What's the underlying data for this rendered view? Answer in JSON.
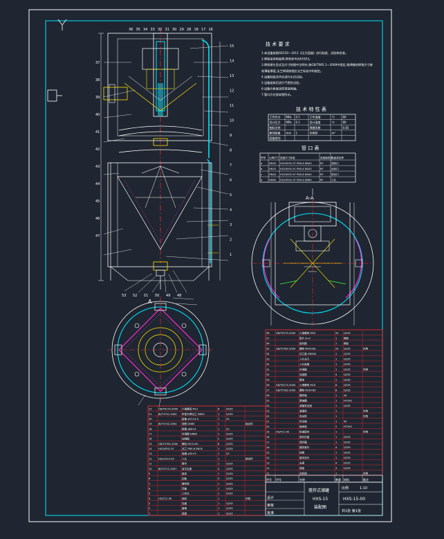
{
  "notes": {
    "title": "技 术 要 求",
    "lines": [
      "1.本设备按照GB150—2011《压力容器》进行制造、试验和验收。",
      "2.焊接采用电弧焊,焊条型号为E4303。",
      "3.焊接接头型式及尺寸除图中注明外,按GB/T985.1—2008中规定,角焊缝的焊角尺寸按",
      "  较薄板厚度,法兰焊接按相应法兰标准中的规定。",
      "4.设备制造完毕后进行水压试验。",
      "5.设备组装后进行气密性试验。",
      "6.设备外表面涂防锈漆两遍。",
      "7.管口方位按本图所示。"
    ]
  },
  "spec_table": {
    "title": "技 术 特 性 表",
    "rows": [
      [
        "工作压力",
        "MPa",
        "0.1",
        "工作温度",
        "℃",
        "60"
      ],
      [
        "设计压力",
        "MPa",
        "0.1",
        "设计温度",
        "℃",
        "80"
      ],
      [
        "物料名称",
        "",
        "",
        "焊缝系数",
        "",
        "0.85"
      ],
      [
        "腐蚀裕量",
        "mm",
        "1",
        "全容积",
        "m³",
        ""
      ],
      [
        "容器类别",
        "",
        "",
        "",
        "",
        ""
      ]
    ]
  },
  "nozzle_table": {
    "title": "管 口 表",
    "headers": [
      "符号",
      "公称尺寸",
      "连接尺寸标准",
      "连接面形式",
      "用途或名称"
    ],
    "rows": [
      [
        "a",
        "DN50",
        "HG20592-97 PN0.6 DN50",
        "RF",
        "进料口"
      ],
      [
        "b",
        "DN25",
        "HG20592-97 PN0.6 DN25",
        "RF",
        "出料口"
      ],
      [
        "c",
        "DN40",
        "HG20592-97 PN0.6 DN40",
        "RF",
        "排污口"
      ],
      [
        "d",
        "DN80",
        "HG20592-97 PN0.6 DN80",
        "RF",
        "人孔"
      ]
    ]
  },
  "section_label": "A-A",
  "view_a_label": "A",
  "bom_right": [
    [
      "38",
      "GB/T6170-2000",
      "六角螺母 M20",
      "24",
      "Q235",
      ""
    ],
    [
      "37",
      "",
      "垫片 δ=3",
      "1",
      "橡胶",
      ""
    ],
    [
      "36",
      "",
      "密封圈",
      "1",
      "橡胶",
      ""
    ],
    [
      "35",
      "GB/T5782-2000",
      "螺栓 M20×80",
      "24",
      "Q235",
      "外购"
    ],
    [
      "34",
      "",
      "法兰盖 DN500",
      "1",
      "Q235",
      ""
    ],
    [
      "33",
      "",
      "人孔法兰",
      "1",
      "Q235",
      ""
    ],
    [
      "32",
      "",
      "人孔接管",
      "1",
      "Q235",
      ""
    ],
    [
      "31",
      "",
      "补强圈",
      "1",
      "Q235",
      "外购"
    ],
    [
      "30",
      "",
      "加强筋",
      "4",
      "Q235",
      ""
    ],
    [
      "29",
      "",
      "筒体",
      "1",
      "Q235",
      ""
    ],
    [
      "28",
      "GB/T6170-2000",
      "六角螺母 M16",
      "8",
      "Q235",
      ""
    ],
    [
      "27",
      "GB/T5782-2000",
      "螺栓 M16×60",
      "8",
      "Q235",
      ""
    ],
    [
      "26",
      "",
      "搅拌轴",
      "1",
      "45",
      ""
    ],
    [
      "25",
      "",
      "联轴器",
      "1",
      "HT200",
      ""
    ],
    [
      "24",
      "",
      "减速机支座",
      "1",
      "Q235",
      ""
    ],
    [
      "23",
      "",
      "减速机",
      "1",
      "",
      "外购"
    ],
    [
      "22",
      "",
      "电动机",
      "1",
      "",
      "外购"
    ],
    [
      "21",
      "",
      "传动轴",
      "1",
      "45",
      ""
    ],
    [
      "20",
      "",
      "轴承座",
      "2",
      "HT200",
      ""
    ],
    [
      "19",
      "HG/T21-95",
      "机械密封",
      "1",
      "",
      "外购"
    ],
    [
      "18",
      "",
      "密封压盖",
      "1",
      "Q235",
      ""
    ],
    [
      "17",
      "",
      "填料箱",
      "1",
      "Q235",
      ""
    ],
    [
      "16",
      "",
      "搅拌桨叶",
      "4",
      "Q235",
      ""
    ],
    [
      "15",
      "",
      "轮毂",
      "1",
      "Q235",
      ""
    ],
    [
      "14",
      "",
      "锥形封头",
      "1",
      "Q235",
      ""
    ],
    [
      "13",
      "",
      "支座",
      "4",
      "Q235",
      ""
    ],
    [
      "12",
      "",
      "底板",
      "4",
      "Q235",
      ""
    ],
    [
      "11",
      "",
      "出料阀",
      "1",
      "",
      "外购"
    ]
  ],
  "bom_left": [
    [
      "22",
      "GB/T6170-2000",
      "六角螺母 M12",
      "8",
      "Q235",
      ""
    ],
    [
      "21",
      "JB/T4701-2000",
      "甲型平焊法兰 DN50",
      "1",
      "Q235",
      ""
    ],
    [
      "20",
      "",
      "接管 φ57×3.5",
      "1",
      "20",
      ""
    ],
    [
      "19",
      "JB/T4702-2000",
      "视镜 DN80",
      "1",
      "",
      "组合件"
    ],
    [
      "18",
      "",
      "接管 φ89×4",
      "1",
      "20",
      ""
    ],
    [
      "17",
      "",
      "补强圈 DN80",
      "1",
      "Q235",
      ""
    ],
    [
      "16",
      "",
      "加强圈",
      "2",
      "Q235",
      ""
    ],
    [
      "15",
      "GB/T5782-2000",
      "螺栓 M12×50",
      "8",
      "Q235",
      ""
    ],
    [
      "14",
      "HG20592-97",
      "法兰 PN0.6 DN25",
      "1",
      "Q235",
      ""
    ],
    [
      "13",
      "",
      "接管 φ32×3",
      "1",
      "20",
      ""
    ],
    [
      "12",
      "HG21514-95",
      "人孔",
      "1",
      "",
      "组合件"
    ],
    [
      "11",
      "",
      "筒节",
      "1",
      "Q235",
      ""
    ],
    [
      "10",
      "JB/T4712-2007",
      "耳式支座",
      "4",
      "Q235",
      ""
    ],
    [
      "9",
      "",
      "锥体",
      "1",
      "Q235",
      ""
    ],
    [
      "8",
      "",
      "刮板",
      "4",
      "Q235",
      ""
    ],
    [
      "7",
      "",
      "搅拌架",
      "1",
      "Q235",
      ""
    ],
    [
      "6",
      "",
      "顶盖",
      "1",
      "Q235",
      ""
    ],
    [
      "5",
      "",
      "上封头",
      "1",
      "Q235",
      ""
    ],
    [
      "4",
      "HG/T21-95",
      "填料",
      "1",
      "",
      "外购"
    ],
    [
      "3",
      "",
      "压套",
      "1",
      "Q235",
      ""
    ],
    [
      "2",
      "",
      "套筒",
      "1",
      "Q235",
      ""
    ],
    [
      "1",
      "",
      "底座",
      "1",
      "Q235",
      ""
    ]
  ],
  "bom_header": [
    "序号",
    "代号",
    "名称",
    "数量",
    "材料",
    "备注"
  ],
  "title_block": {
    "name_line1": "搅拌式储罐",
    "name_line2": "装配图",
    "model": "HXS-15",
    "drawing_no": "HXS-15-00",
    "scale_label": "比例",
    "scale": "1:10",
    "sheet": "共1张 第1张",
    "designer_label": "设计",
    "checker_label": "审核",
    "approver_label": "批准"
  },
  "callouts_top": [
    "36",
    "35",
    "34",
    "33",
    "32",
    "31",
    "30",
    "29",
    "28",
    "18",
    "17",
    "16"
  ],
  "callouts_left": [
    "37",
    "38",
    "39",
    "40",
    "41",
    "42",
    "43",
    "44",
    "45",
    "46",
    "47"
  ],
  "callouts_right": [
    "15",
    "14",
    "13",
    "12",
    "11",
    "10",
    "9",
    "8",
    "7",
    "6",
    "5",
    "4",
    "3",
    "2",
    "1"
  ],
  "callouts_bottom": [
    "53",
    "52",
    "51",
    "50",
    "49",
    "48"
  ],
  "colors": {
    "background": "#1f2631",
    "white": "#ffffff",
    "cyan": "#00e5ff",
    "red": "#ff2a2a",
    "magenta": "#ff2bd4",
    "yellow": "#ffe600",
    "green": "#3cff3c"
  }
}
